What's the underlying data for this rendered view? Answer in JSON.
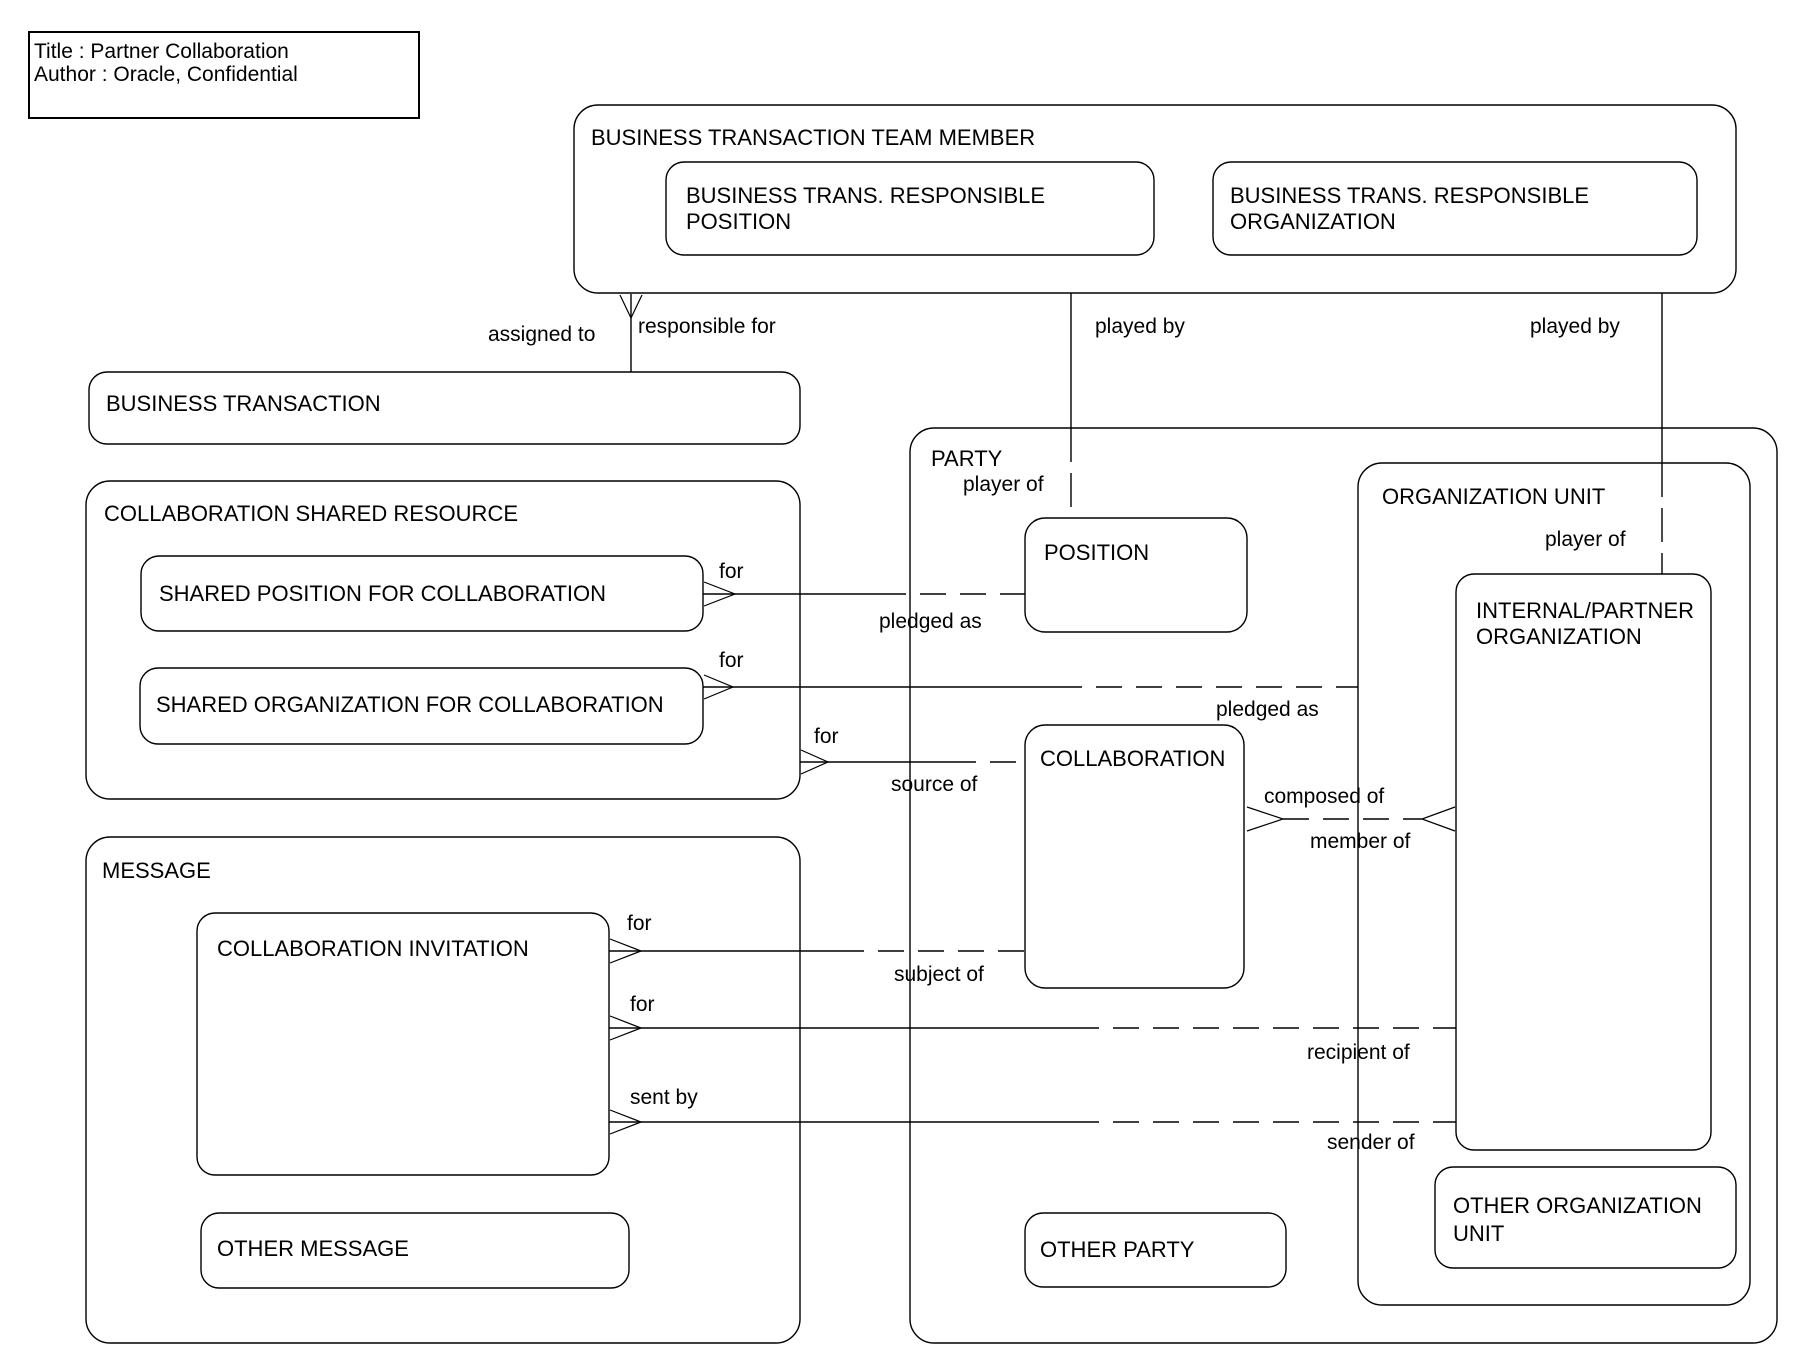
{
  "title_block": {
    "title_line": "Title : Partner Collaboration",
    "author_line": "Author : Oracle, Confidential"
  },
  "entities": {
    "bttm": "BUSINESS TRANSACTION TEAM MEMBER",
    "bt_resp_pos_1": "BUSINESS TRANS. RESPONSIBLE",
    "bt_resp_pos_2": "POSITION",
    "bt_resp_org_1": "BUSINESS TRANS. RESPONSIBLE",
    "bt_resp_org_2": "ORGANIZATION",
    "business_transaction": "BUSINESS TRANSACTION",
    "csr": "COLLABORATION SHARED RESOURCE",
    "shared_position": "SHARED POSITION FOR COLLABORATION",
    "shared_organization": "SHARED ORGANIZATION FOR COLLABORATION",
    "message": "MESSAGE",
    "collaboration_invitation": "COLLABORATION INVITATION",
    "other_message": "OTHER MESSAGE",
    "party": "PARTY",
    "position": "POSITION",
    "collaboration": "COLLABORATION",
    "organization_unit": "ORGANIZATION UNIT",
    "ip_org_1": "INTERNAL/PARTNER",
    "ip_org_2": "ORGANIZATION",
    "other_org_unit_1": "OTHER ORGANIZATION",
    "other_org_unit_2": "UNIT",
    "other_party": "OTHER PARTY"
  },
  "relations": {
    "assigned_to": "assigned to",
    "responsible_for": "responsible for",
    "played_by_left": "played by",
    "played_by_right": "played by",
    "player_of_left": "player of",
    "player_of_right": "player of",
    "for_pledged_pos": "for",
    "pledged_as_pos": "pledged as",
    "for_pledged_org": "for",
    "pledged_as_org": "pledged as",
    "for_source": "for",
    "source_of": "source of",
    "composed_of": "composed of",
    "member_of": "member of",
    "for_subject": "for",
    "subject_of": "subject of",
    "for_recipient": "for",
    "recipient_of": "recipient of",
    "sent_by": "sent by",
    "sender_of": "sender of"
  },
  "colors": {
    "stroke": "#000000",
    "background": "#ffffff"
  }
}
